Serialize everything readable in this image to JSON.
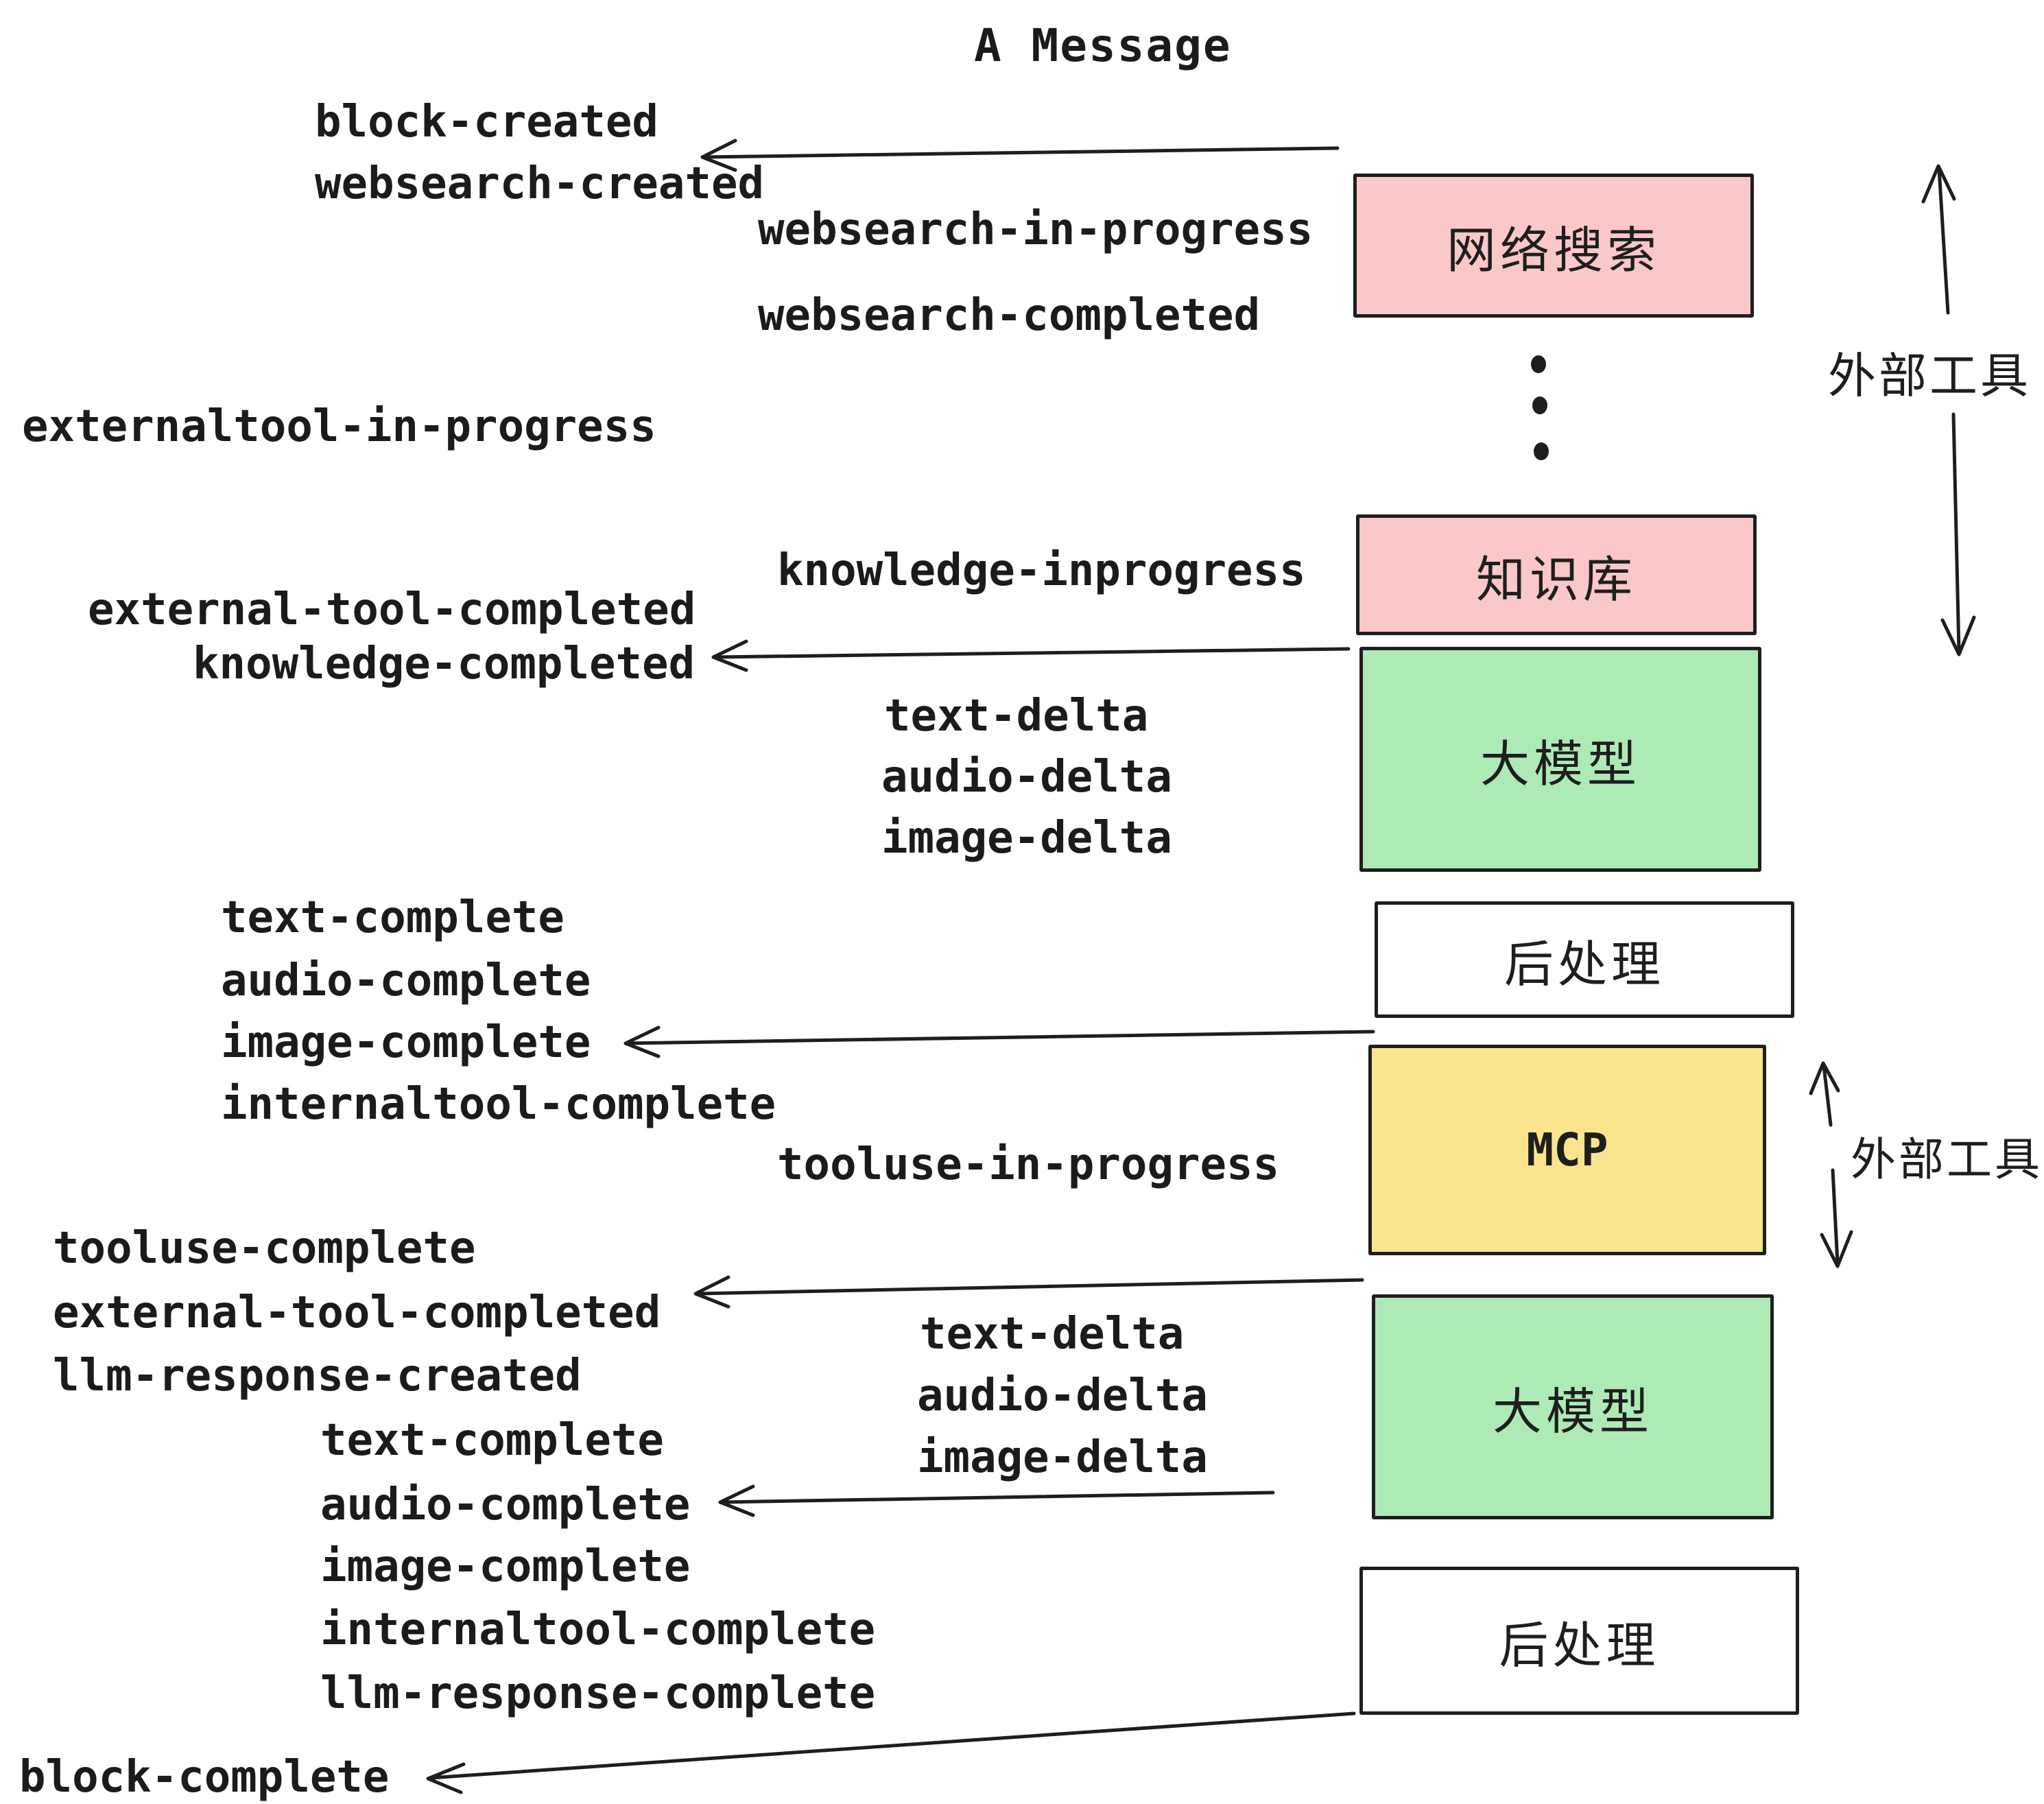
{
  "title": "A Message",
  "colors": {
    "background": "#ffffff",
    "stroke": "#1e1e1e",
    "text": "#1b1b1b",
    "pink": "#fac8c8",
    "green": "#aeeab6",
    "yellow": "#fbe58c",
    "white": "#ffffff"
  },
  "boxes": [
    {
      "id": "websearch",
      "label": "网络搜索",
      "fill": "#fac8c8"
    },
    {
      "id": "knowledge",
      "label": "知识库",
      "fill": "#fac8c8"
    },
    {
      "id": "llm-1",
      "label": "大模型",
      "fill": "#aeeab6"
    },
    {
      "id": "post-1",
      "label": "后处理",
      "fill": "#ffffff"
    },
    {
      "id": "mcp",
      "label": "MCP",
      "fill": "#fbe58c"
    },
    {
      "id": "llm-2",
      "label": "大模型",
      "fill": "#aeeab6"
    },
    {
      "id": "post-2",
      "label": "后处理",
      "fill": "#ffffff"
    }
  ],
  "annotations": [
    {
      "id": "external-tools-top",
      "text": "外部工具"
    },
    {
      "id": "external-tools-mcp",
      "text": "外部工具"
    }
  ],
  "events": [
    {
      "text": "block-created"
    },
    {
      "text": "websearch-created"
    },
    {
      "text": "websearch-in-progress"
    },
    {
      "text": "websearch-completed"
    },
    {
      "text": "externaltool-in-progress"
    },
    {
      "text": "knowledge-inprogress"
    },
    {
      "text": "external-tool-completed"
    },
    {
      "text": "knowledge-completed"
    },
    {
      "text": "text-delta"
    },
    {
      "text": "audio-delta"
    },
    {
      "text": "image-delta"
    },
    {
      "text": "text-complete"
    },
    {
      "text": "audio-complete"
    },
    {
      "text": "image-complete"
    },
    {
      "text": "internaltool-complete"
    },
    {
      "text": "tooluse-in-progress"
    },
    {
      "text": "tooluse-complete"
    },
    {
      "text": "external-tool-completed"
    },
    {
      "text": "llm-response-created"
    },
    {
      "text": "text-delta"
    },
    {
      "text": "audio-delta"
    },
    {
      "text": "image-delta"
    },
    {
      "text": "text-complete"
    },
    {
      "text": "audio-complete"
    },
    {
      "text": "image-complete"
    },
    {
      "text": "internaltool-complete"
    },
    {
      "text": "llm-response-complete"
    },
    {
      "text": "block-complete"
    }
  ]
}
